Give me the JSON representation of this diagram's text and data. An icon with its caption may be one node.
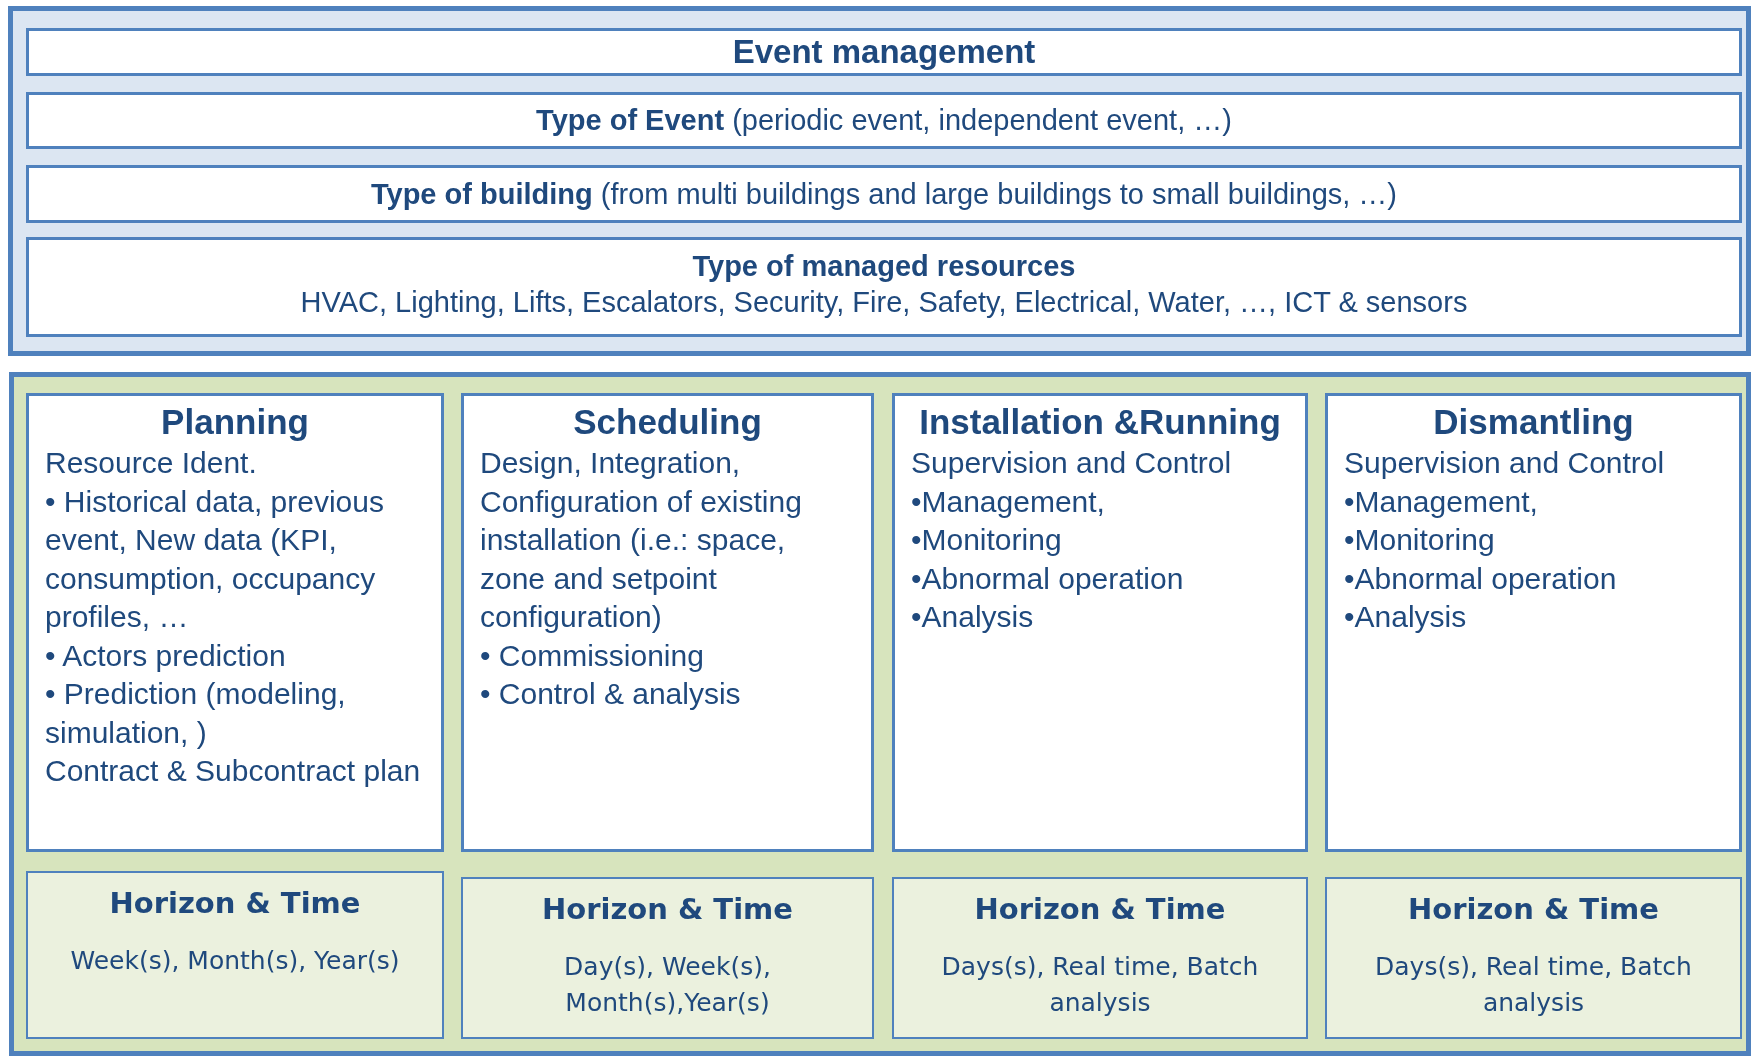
{
  "diagram": {
    "nodes": [
      {
        "text": [],
        "shape": "box"
      },
      {
        "text": [
          "Event management"
        ],
        "in": 0
      },
      {
        "text": [
          "**Type of Event** (periodic event, independent event, …)"
        ],
        "in": 0
      },
      {
        "text": [
          "**Type of building** (from multi buildings and large buildings to small buildings, …)"
        ],
        "in": 0
      },
      {
        "text": [
          "Type of managed resources",
          "HVAC, Lighting, Lifts, Escalators, Security, Fire, Safety, Electrical, Water, …, ICT & sensors"
        ],
        "in": 0
      },
      {
        "text": [],
        "shape": "box"
      },
      {
        "text": [
          "Planning",
          "Resource Ident.",
          "• Historical data, previous event, New data (KPI, consumption, occupancy profiles, …",
          "• Actors prediction",
          "• Prediction (modeling, simulation, )",
          "Contract & Subcontract plan"
        ],
        "in": 5
      },
      {
        "text": [
          "Scheduling",
          "Design, Integration, Configuration of existing installation (i.e.: space, zone and setpoint configuration)",
          "•   Commissioning",
          "•   Control & analysis"
        ],
        "in": 5
      },
      {
        "text": [
          "Installation &Running",
          "Supervision and Control",
          "•Management,",
          "•Monitoring",
          "•Abnormal operation",
          "•Analysis"
        ],
        "in": 5
      },
      {
        "text": [
          "Dismantling",
          "Supervision and Control",
          "•Management,",
          "•Monitoring",
          "•Abnormal operation",
          "•Analysis"
        ],
        "in": 5
      },
      {
        "text": [
          "Horizon & Time",
          "Week(s), Month(s), Year(s)"
        ],
        "in": 5
      },
      {
        "text": [
          "Horizon & Time",
          "Day(s), Week(s), Month(s),Year(s)"
        ],
        "in": 5
      },
      {
        "text": [
          "Horizon & Time",
          "Days(s), Real time, Batch analysis"
        ],
        "in": 5
      },
      {
        "text": [
          "Horizon & Time",
          "Days(s), Real time, Batch analysis"
        ],
        "in": 5
      }
    ],
    "edges": []
  }
}
